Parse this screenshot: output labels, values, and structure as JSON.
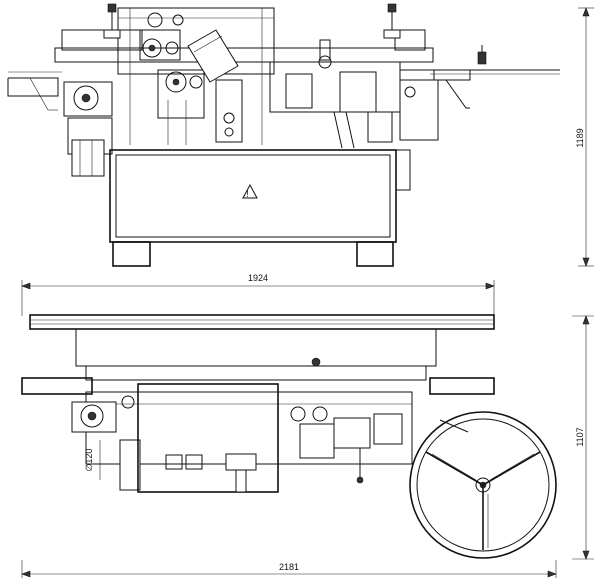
{
  "dimensions": {
    "front_height": "1189",
    "top_width": "1924",
    "top_depth": "1107",
    "total_width": "2181",
    "wheel_diameter": "120"
  },
  "diameter_symbol": "∅"
}
